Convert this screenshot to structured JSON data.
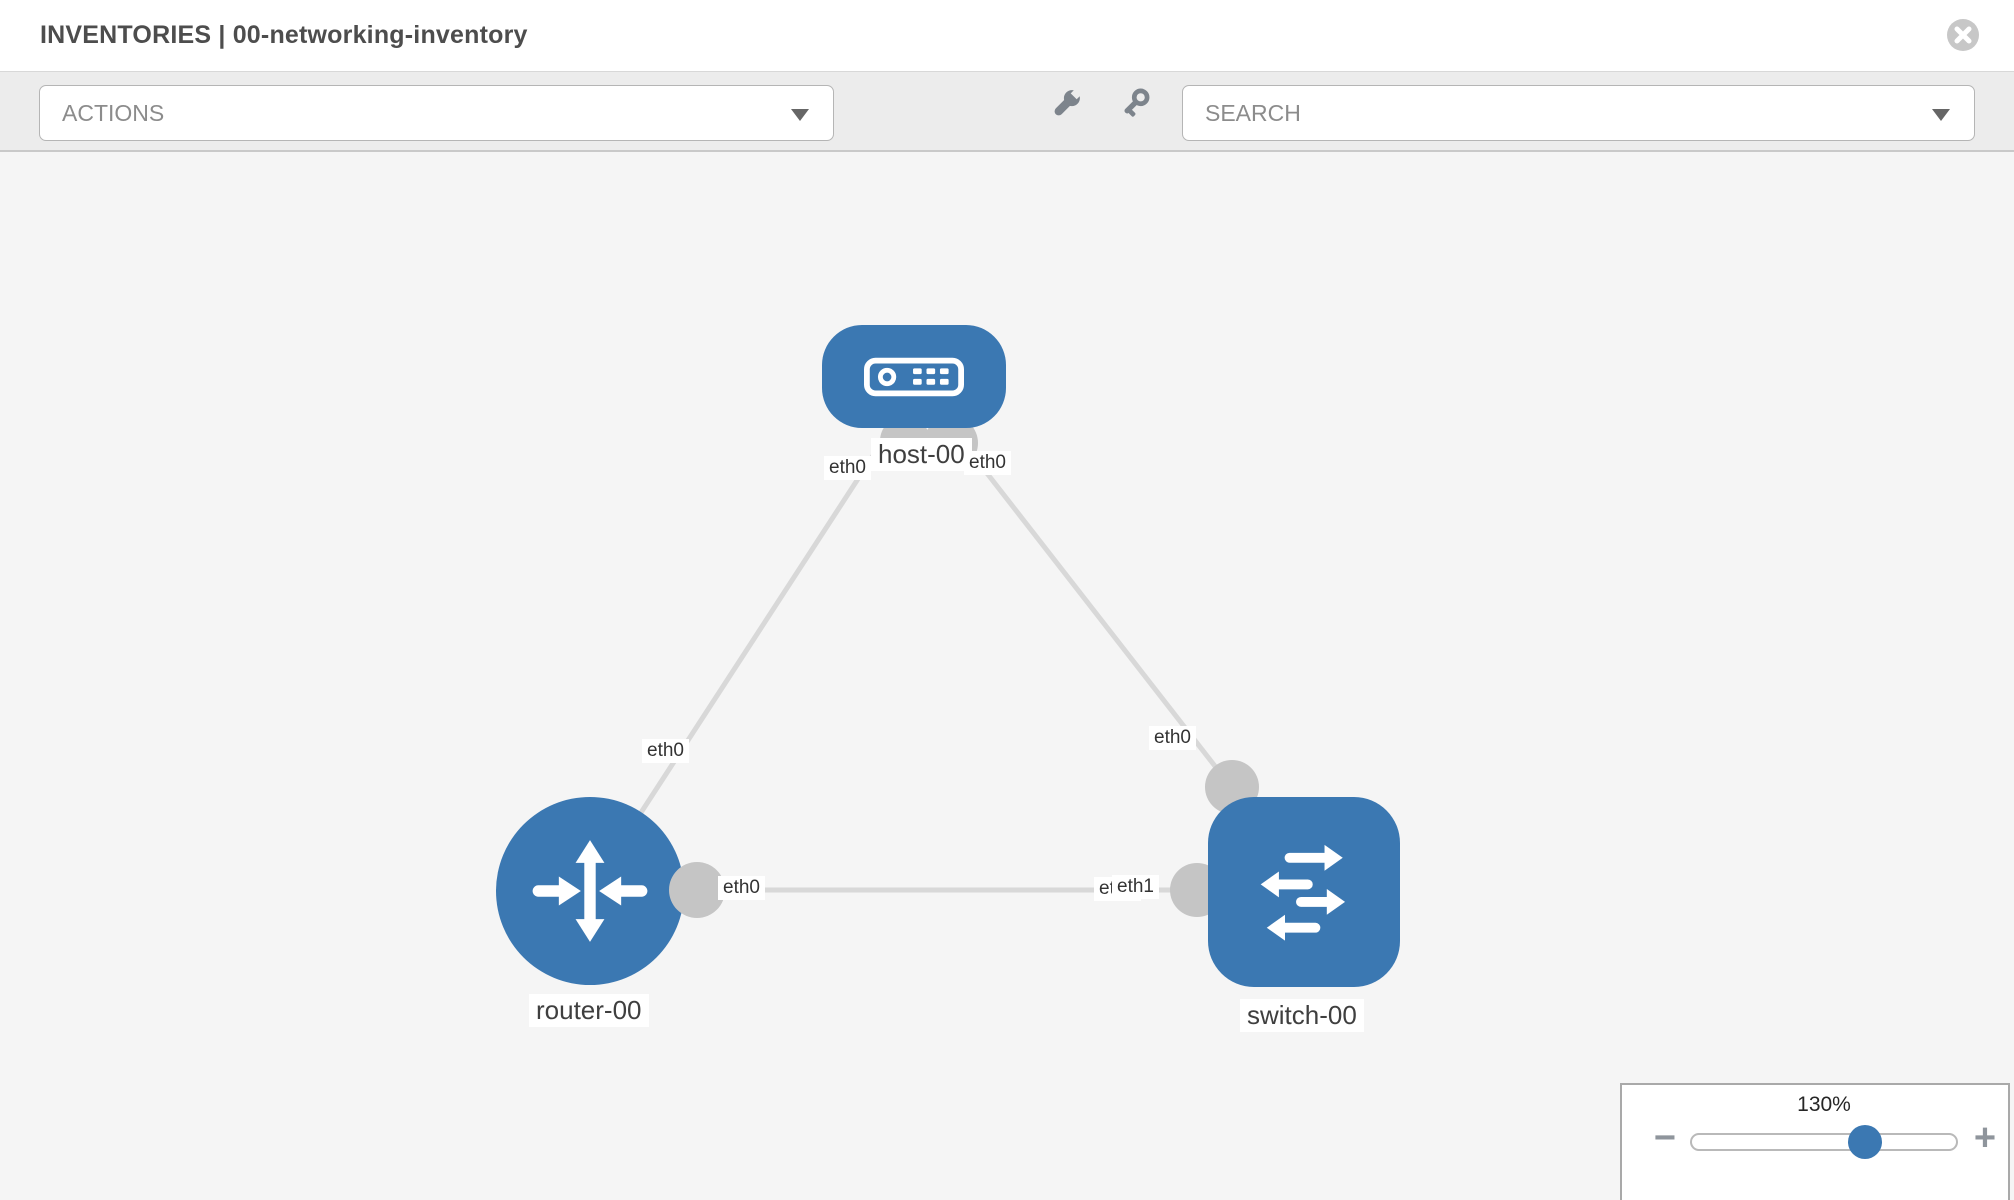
{
  "header": {
    "title": "INVENTORIES | 00-networking-inventory"
  },
  "toolbar": {
    "actions_label": "ACTIONS",
    "search_label": "SEARCH"
  },
  "topology": {
    "nodes": [
      {
        "id": "host-00",
        "type": "host",
        "label": "host-00",
        "icon": "server-icon"
      },
      {
        "id": "router-00",
        "type": "router",
        "label": "router-00",
        "icon": "router-arrows-icon"
      },
      {
        "id": "switch-00",
        "type": "switch",
        "label": "switch-00",
        "icon": "switch-arrows-icon"
      }
    ],
    "links": [
      {
        "from": "host-00",
        "to": "router-00",
        "from_interface": "eth0",
        "to_interface": "eth0"
      },
      {
        "from": "host-00",
        "to": "switch-00",
        "from_interface": "eth0",
        "to_interface": "eth0"
      },
      {
        "from": "router-00",
        "to": "switch-00",
        "from_interface": "eth0",
        "to_interface": "eth1"
      }
    ],
    "interface_labels": [
      {
        "text": "eth0"
      },
      {
        "text": "eth0"
      },
      {
        "text": "eth0"
      },
      {
        "text": "eth0"
      },
      {
        "text": "eth0"
      },
      {
        "text": "eth0"
      },
      {
        "text": "eth1"
      }
    ]
  },
  "zoom_control": {
    "level": "130%",
    "minus": "−",
    "plus": "+"
  },
  "icons": {
    "close": "x-circle-icon",
    "wrench": "wrench-icon",
    "key": "key-icon",
    "caret": "caret-down-icon"
  },
  "colors": {
    "node_blue": "#3b78b2",
    "edge_gray": "#d8d8d8",
    "port_gray": "#c5c5c5",
    "toolbar_bg": "#ececec",
    "canvas_bg": "#f5f5f5",
    "title_text": "#4d4d4d"
  }
}
